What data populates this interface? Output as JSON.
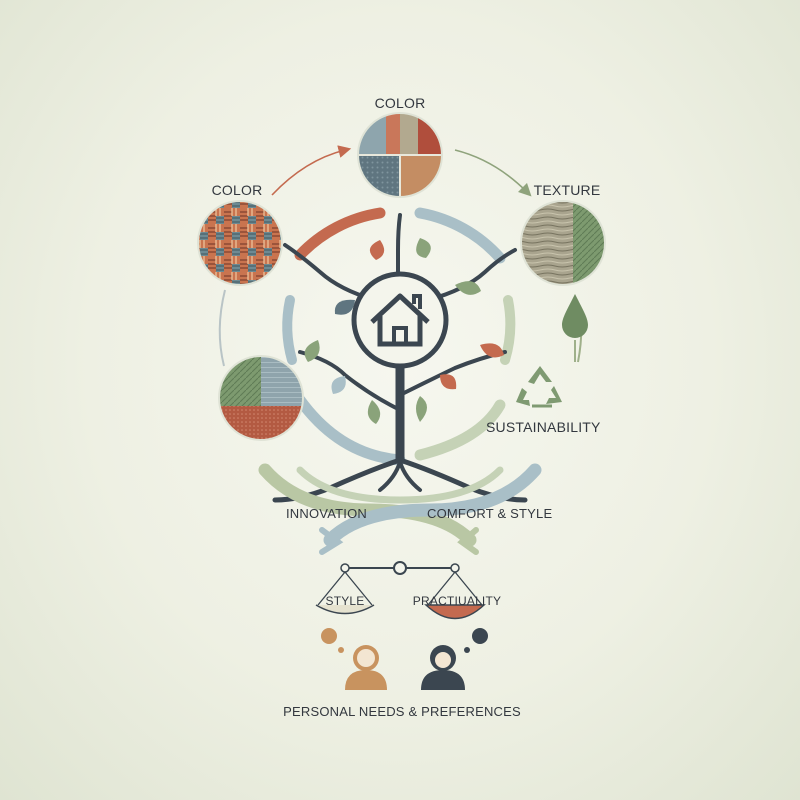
{
  "labels": {
    "color_top": "COLOR",
    "color_left": "COLOR",
    "texture": "TEXTURE",
    "sustainability": "SUSTAINABILITY",
    "innovation": "INNOVATION",
    "comfort_style": "COMFORT & STYLE",
    "style": "STYLE",
    "practicality": "PRACTIUALITY",
    "personal_needs": "PERSONAL NEEDS & PREFERENCES"
  },
  "icons": {
    "center": "house-icon",
    "recycle": "recycle-icon",
    "drop": "water-drop-icon",
    "scale": "balance-scale-icon",
    "person_left": "person-icon",
    "person_right": "person-icon"
  },
  "colors": {
    "terracotta": "#c46a4f",
    "sage": "#9fb08a",
    "slate_blue": "#a9bfc7",
    "dark_slate": "#3b4650",
    "leaf_green": "#8aa37a",
    "tan": "#c8935f"
  }
}
